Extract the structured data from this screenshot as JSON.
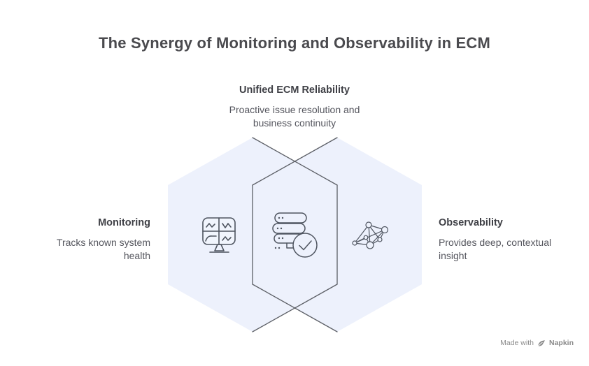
{
  "title": "The Synergy of Monitoring and Observability in ECM",
  "center": {
    "heading": "Unified ECM Reliability",
    "description": "Proactive issue resolution and\nbusiness continuity"
  },
  "left": {
    "heading": "Monitoring",
    "description": "Tracks known system\nhealth"
  },
  "right": {
    "heading": "Observability",
    "description": "Provides deep, contextual\ninsight"
  },
  "footer": {
    "prefix": "Made with",
    "brand": "Napkin"
  },
  "icons": {
    "left": "monitor-charts-icon",
    "center": "server-check-icon",
    "right": "network-graph-icon",
    "footer": "napkin-pen-icon"
  },
  "colors": {
    "hexagon_fill": "#edf1fc",
    "overlap_outline": "#5c5f66",
    "icon_stroke": "#4f5560",
    "title_text": "#4a4a4e",
    "heading_text": "#3f4046",
    "body_text": "#55565e",
    "footer_text": "#8a8a8a",
    "background": "#ffffff"
  }
}
